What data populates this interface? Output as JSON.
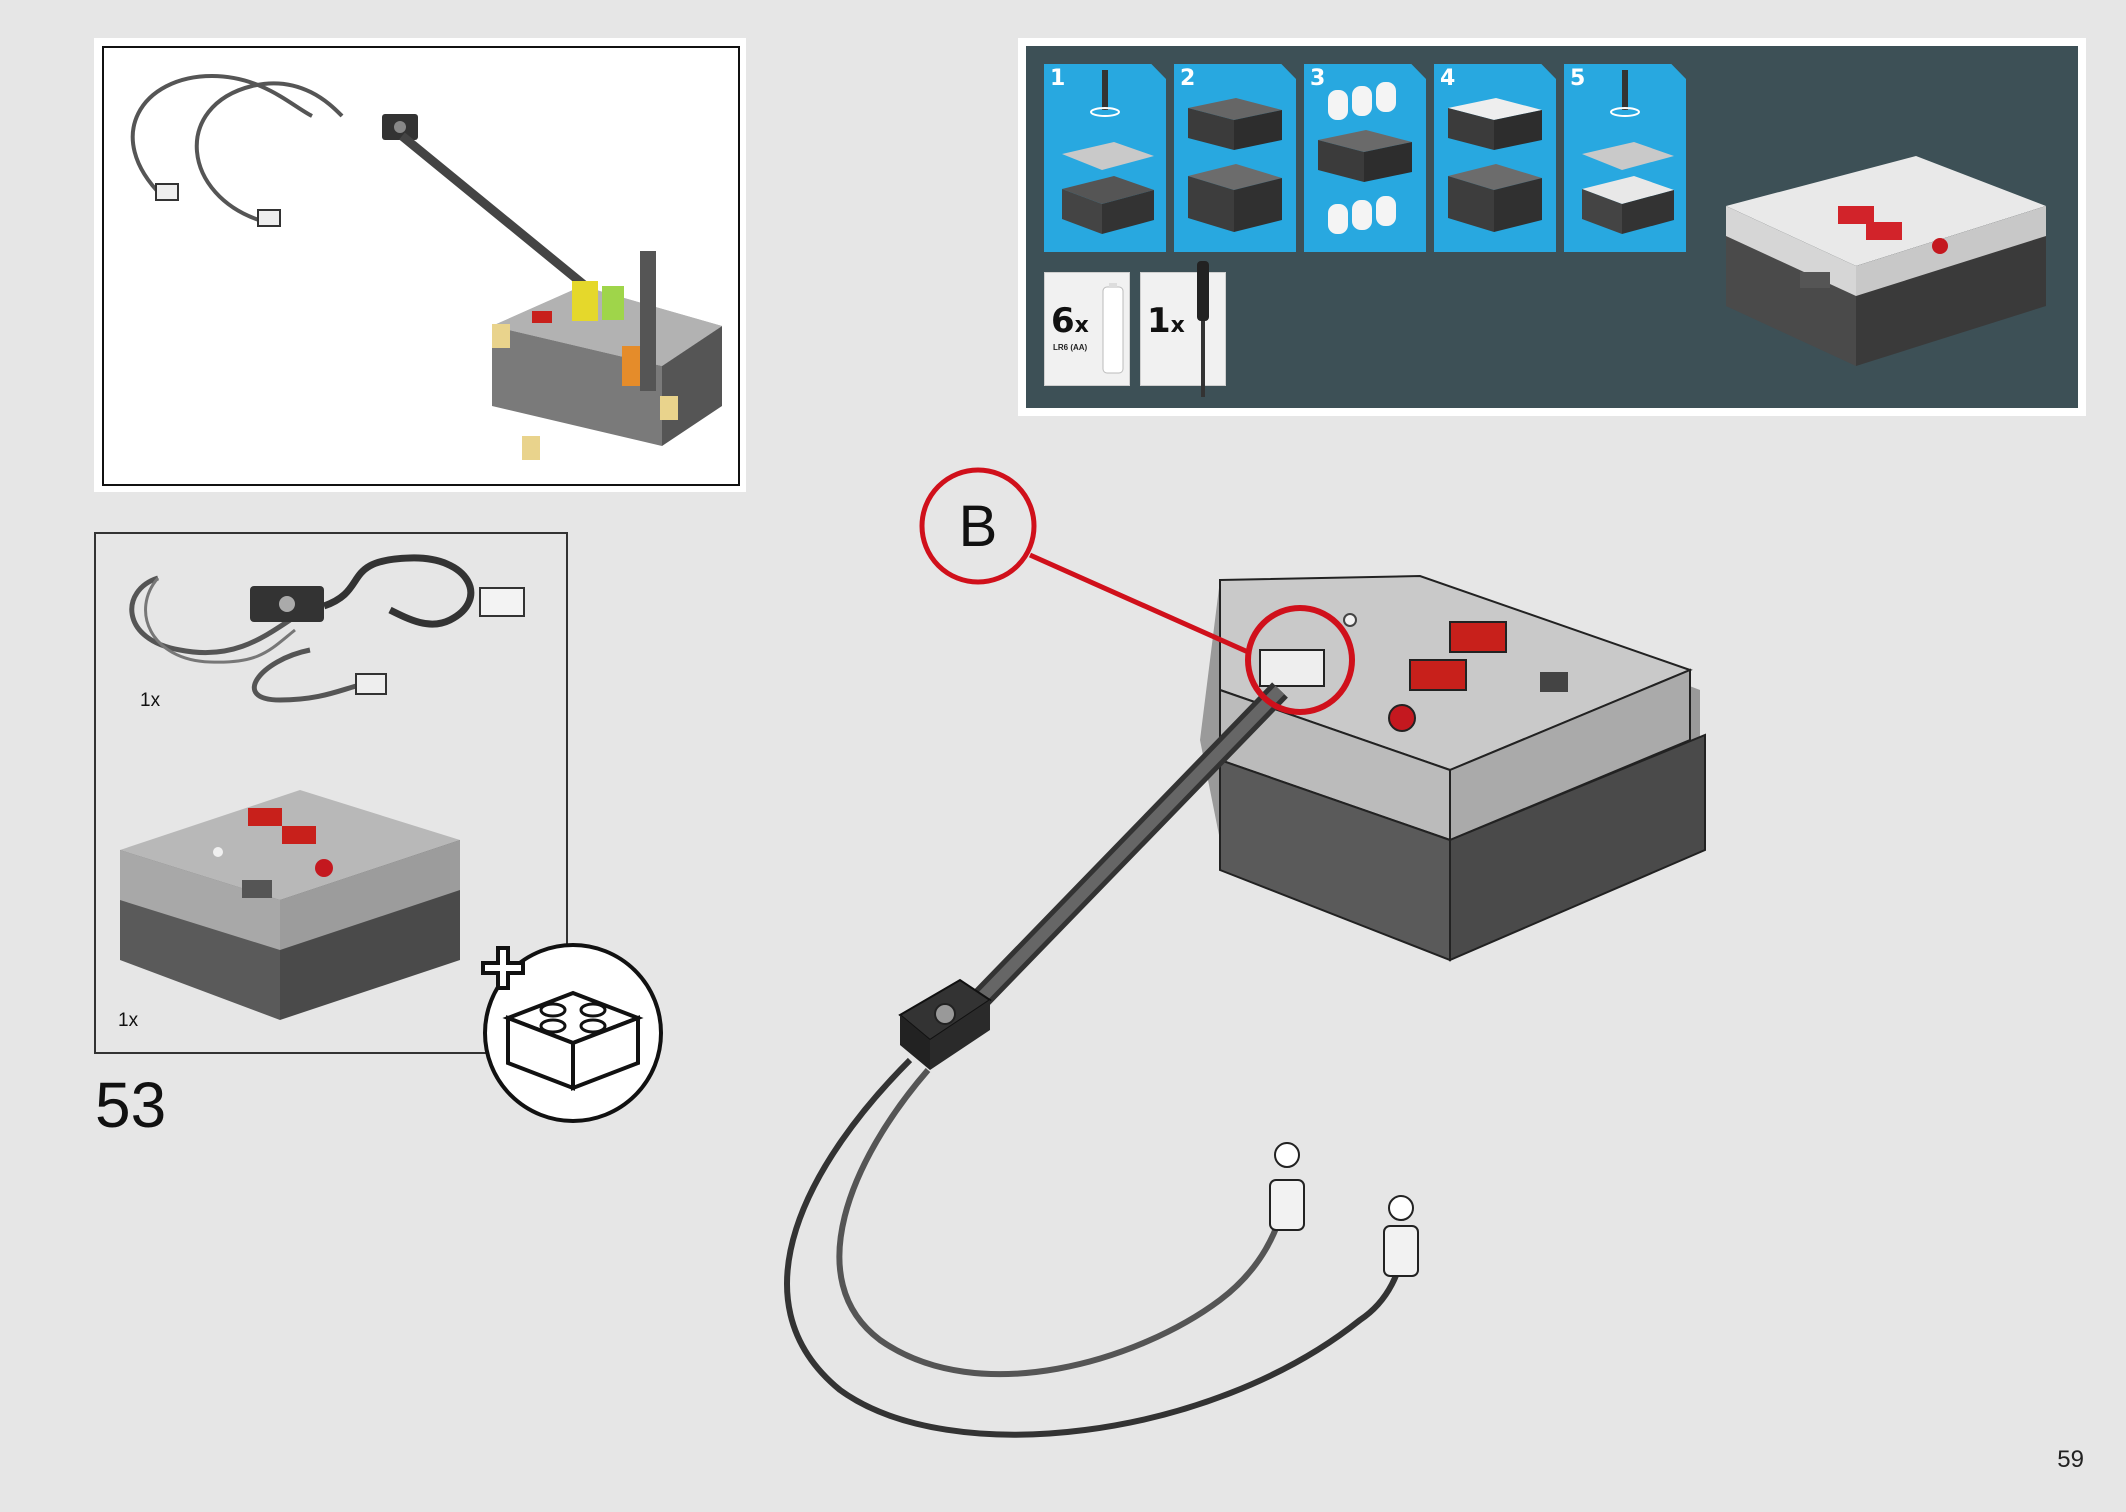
{
  "page": {
    "step_number": "53",
    "page_number": "59"
  },
  "parts_list": {
    "items": [
      {
        "name": "light-cable",
        "quantity": "1x"
      },
      {
        "name": "battery-box-hub",
        "quantity": "1x"
      }
    ]
  },
  "battery_instructions": {
    "steps": [
      "1",
      "2",
      "3",
      "4",
      "5"
    ],
    "batteries": {
      "count": "6",
      "times": "x",
      "type": "LR6 (AA)"
    },
    "tool": {
      "count": "1",
      "times": "x"
    }
  },
  "callout": {
    "letter": "B"
  },
  "colors": {
    "background": "#e6e6e6",
    "callout_red": "#d0101b",
    "panel_dark": "#3d5056",
    "step_blue": "#28a8e0",
    "hub_light": "#bdbdbd",
    "hub_dark": "#5a5a5a"
  }
}
